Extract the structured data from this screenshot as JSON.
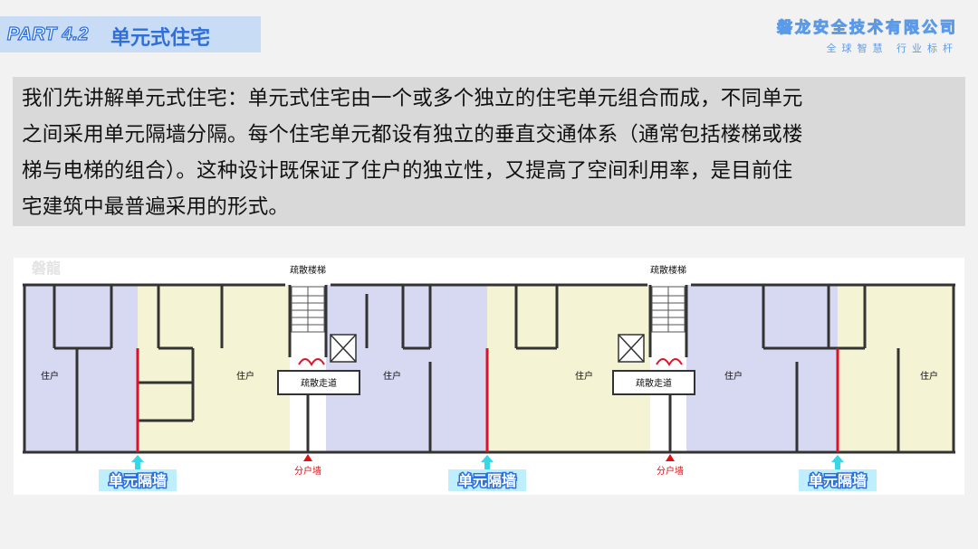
{
  "header": {
    "part_label": "PART 4.2",
    "title": "单元式住宅"
  },
  "brand": {
    "name": "磐龙安全技术有限公司",
    "slogan": "全球智慧 行业标杆"
  },
  "intro": {
    "lines": [
      "我们先讲解单元式住宅：单元式住宅由一个或多个独立的住宅单元组合而成，不同单元",
      "之间采用单元隔墙分隔。每个住宅单元都设有独立的垂直交通体系（通常包括楼梯或楼",
      "梯与电梯的组合）。这种设计既保证了住户的独立性，又提高了空间利用率，是目前住",
      "宅建筑中最普遍采用的形式。"
    ]
  },
  "plan": {
    "watermark": "磐龍",
    "stair_label": "疏散楼梯",
    "corridor_label": "疏散走道",
    "resident_label": "住户",
    "unit_wall_label": "单元隔墙",
    "household_wall_label": "分户墙",
    "colors": {
      "purple_room": "#d7d8f2",
      "yellow_room": "#f4f4d4",
      "unit_wall": "#e0102a",
      "wall": "#333333",
      "arrow_cyan": "#39d6e6",
      "label_bg": "#bfefff"
    }
  }
}
